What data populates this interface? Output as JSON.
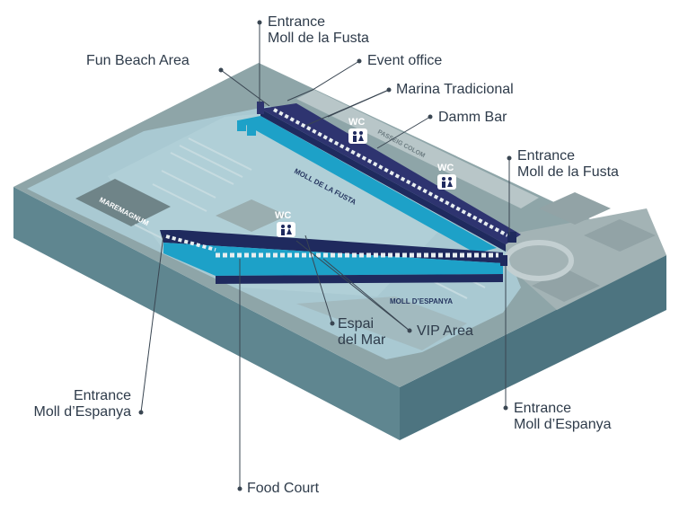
{
  "colors": {
    "top_surface": "#8ea5a8",
    "water": "#a9c9d2",
    "side_left": "#5f8690",
    "side_front": "#4d7480",
    "building": "#7f9396",
    "pier_dark": "#2e3470",
    "pier_navy": "#1f2a5e",
    "pier_cyan": "#1da1c8",
    "pier_light": "#2fb5d8",
    "label_text": "#2e3b4a",
    "map_text_dark": "#263660",
    "leader_line": "#3a4652"
  },
  "callouts": {
    "entrance_fusta_top": {
      "line1": "Entrance",
      "line2": "Moll de la Fusta"
    },
    "fun_beach": "Fun Beach Area",
    "event_office": "Event office",
    "marina": "Marina Tradicional",
    "damm_bar": "Damm Bar",
    "entrance_fusta_right": {
      "line1": "Entrance",
      "line2": "Moll de la Fusta"
    },
    "entrance_espanya_left": {
      "line1": "Entrance",
      "line2": "Moll d’Espanya"
    },
    "espai_del_mar": {
      "line1": "Espai",
      "line2": "del Mar"
    },
    "vip_area": "VIP Area",
    "entrance_espanya_right": {
      "line1": "Entrance",
      "line2": "Moll d’Espanya"
    },
    "food_court": "Food Court"
  },
  "map_labels": {
    "maremagnum": "MAREMAGNUM",
    "moll_de_la_fusta": "MOLL DE LA FUSTA",
    "moll_despanya": "MOLL D’ESPANYA",
    "passeig_colom": "PASSEIG COLOM"
  },
  "wc_markers": [
    {
      "label": "WC",
      "icon": "restroom-icon"
    },
    {
      "label": "WC",
      "icon": "restroom-icon"
    },
    {
      "label": "WC",
      "icon": "restroom-icon"
    }
  ]
}
